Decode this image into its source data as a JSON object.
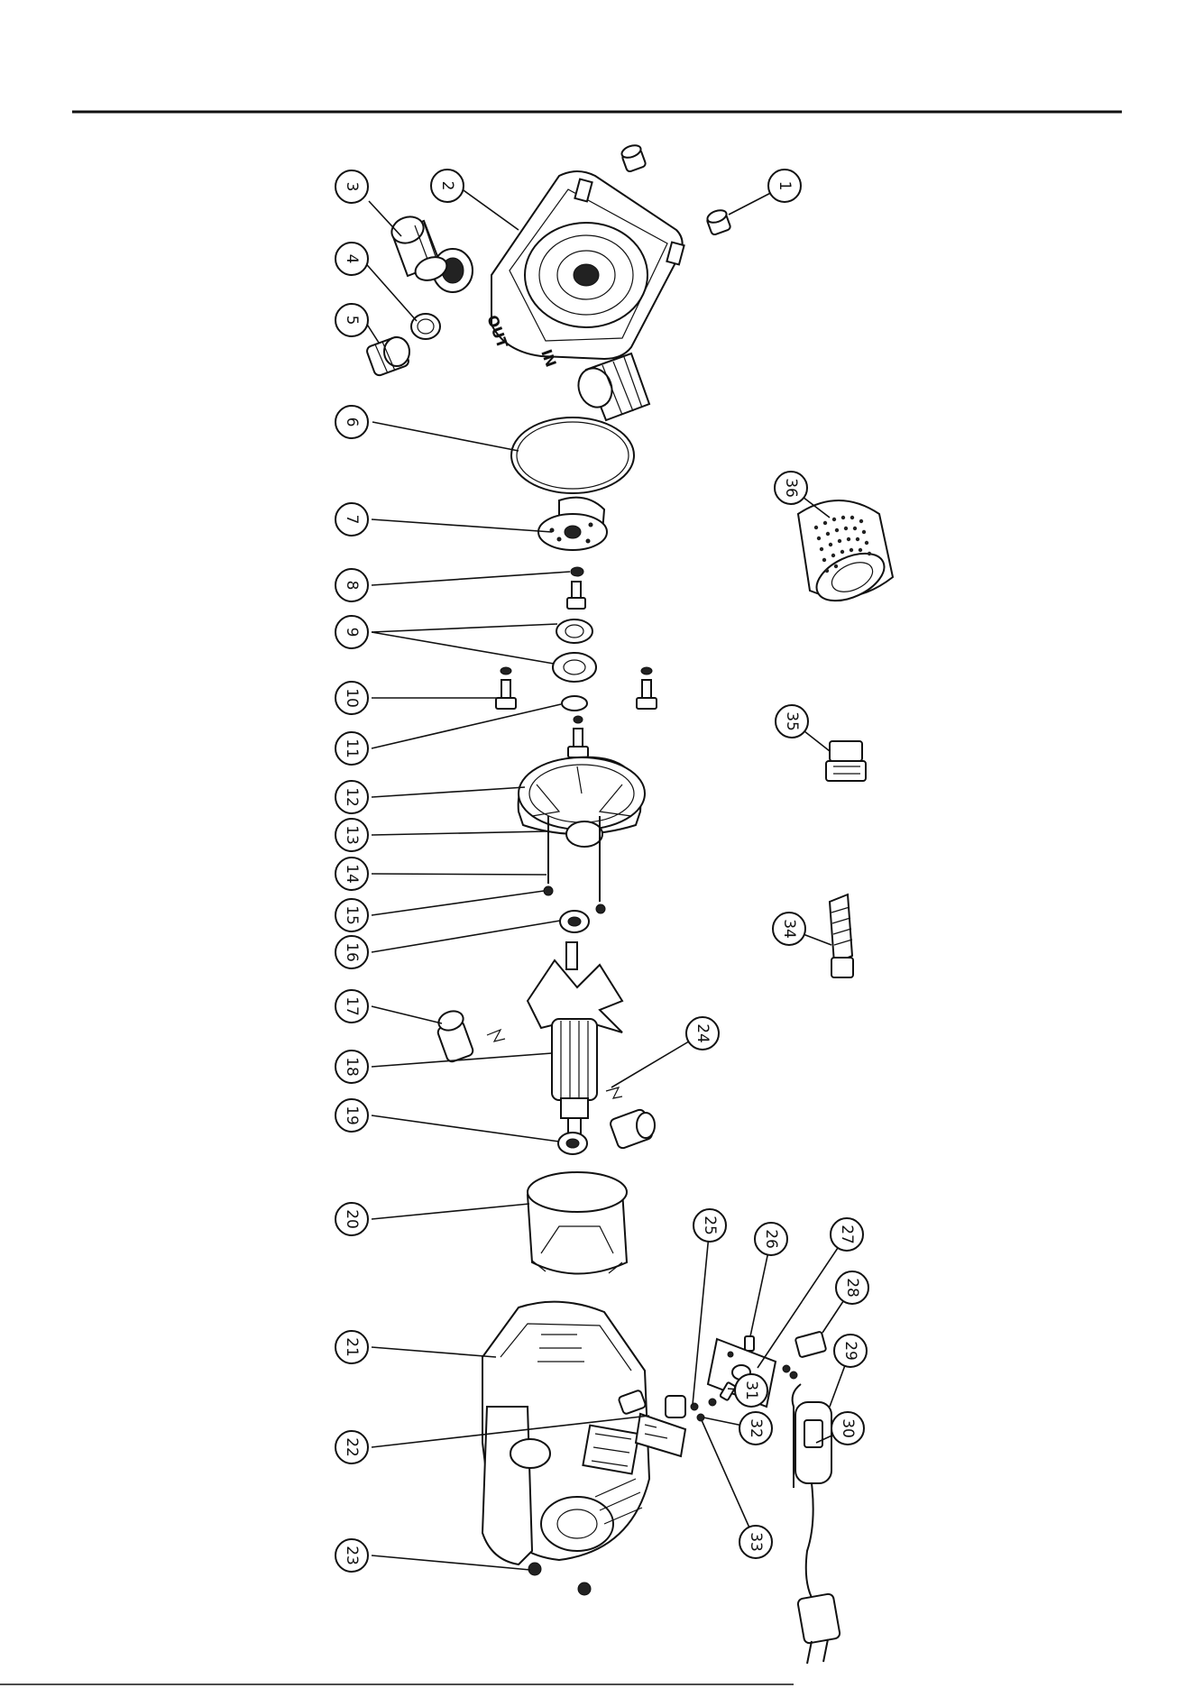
{
  "colors": {
    "ink": "#111111",
    "paper": "#ffffff"
  },
  "housing_marks": {
    "out": "OUT",
    "in": "IN"
  },
  "callouts": [
    {
      "label": "1"
    },
    {
      "label": "2"
    },
    {
      "label": "3"
    },
    {
      "label": "4"
    },
    {
      "label": "5"
    },
    {
      "label": "6"
    },
    {
      "label": "7"
    },
    {
      "label": "8"
    },
    {
      "label": "9"
    },
    {
      "label": "10"
    },
    {
      "label": "11"
    },
    {
      "label": "12"
    },
    {
      "label": "13"
    },
    {
      "label": "14"
    },
    {
      "label": "15"
    },
    {
      "label": "16"
    },
    {
      "label": "17"
    },
    {
      "label": "18"
    },
    {
      "label": "19"
    },
    {
      "label": "20"
    },
    {
      "label": "21"
    },
    {
      "label": "22"
    },
    {
      "label": "23"
    },
    {
      "label": "24"
    },
    {
      "label": "25"
    },
    {
      "label": "26"
    },
    {
      "label": "27"
    },
    {
      "label": "28"
    },
    {
      "label": "29"
    },
    {
      "label": "30"
    },
    {
      "label": "31"
    },
    {
      "label": "32"
    },
    {
      "label": "33"
    },
    {
      "label": "34"
    },
    {
      "label": "35"
    },
    {
      "label": "36"
    }
  ]
}
